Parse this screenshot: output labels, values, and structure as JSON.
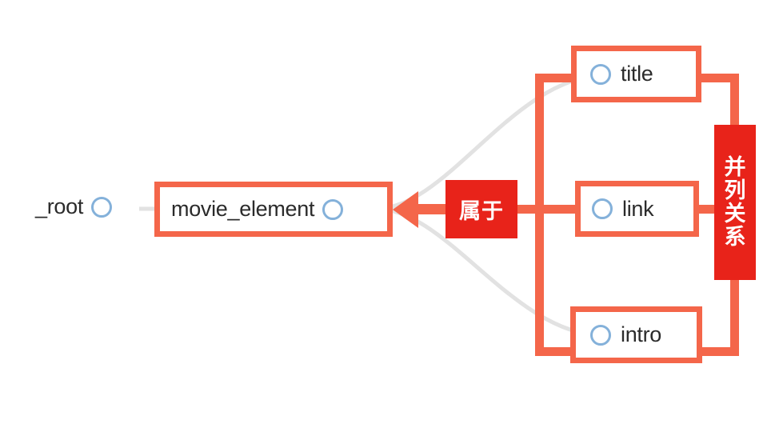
{
  "diagram": {
    "type": "tree-mindmap",
    "background_color": "#ffffff",
    "accent_color": "#f4664a",
    "label_color": "#e8231a",
    "node_ring_color": "#84b1da",
    "curve_color": "#e2e2e2",
    "root": {
      "label": "_root",
      "has_node_circle": true
    },
    "parent": {
      "label": "movie_element",
      "highlighted": true,
      "has_node_circle": true
    },
    "children": [
      {
        "label": "title",
        "highlighted": true,
        "has_node_circle": true
      },
      {
        "label": "link",
        "highlighted": true,
        "has_node_circle": true
      },
      {
        "label": "intro",
        "highlighted": true,
        "has_node_circle": true
      }
    ],
    "annotations": [
      {
        "id": "belongs-to",
        "text": "属于",
        "orientation": "horizontal",
        "arrow": "left",
        "description": "relation from children group to movie_element"
      },
      {
        "id": "parallel-relation",
        "text": "并列关系",
        "characters": [
          "并",
          "列",
          "关",
          "系"
        ],
        "orientation": "vertical",
        "description": "relation among title, link and intro"
      }
    ]
  }
}
